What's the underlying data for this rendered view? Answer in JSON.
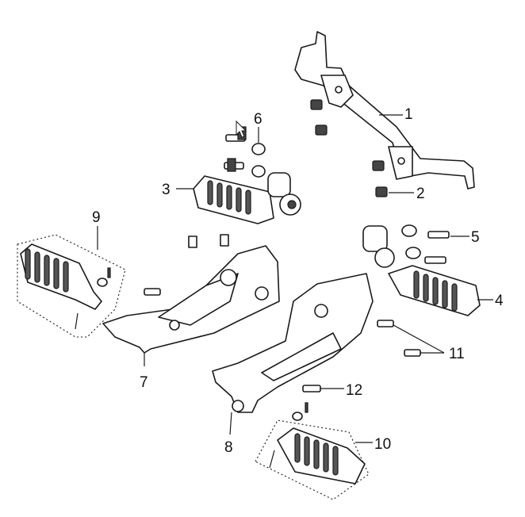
{
  "callouts": {
    "c1": "1",
    "c2": "2",
    "c3": "3",
    "c4": "4",
    "c5": "5",
    "c6": "6",
    "c7": "7",
    "c8": "8",
    "c9": "9",
    "c10": "10",
    "c11": "11",
    "c12": "12"
  },
  "colors": {
    "line": "#1a1a1a",
    "shade": "#444444",
    "background": "#ffffff"
  },
  "icons": {
    "cursor": "mouse-pointer-icon"
  }
}
